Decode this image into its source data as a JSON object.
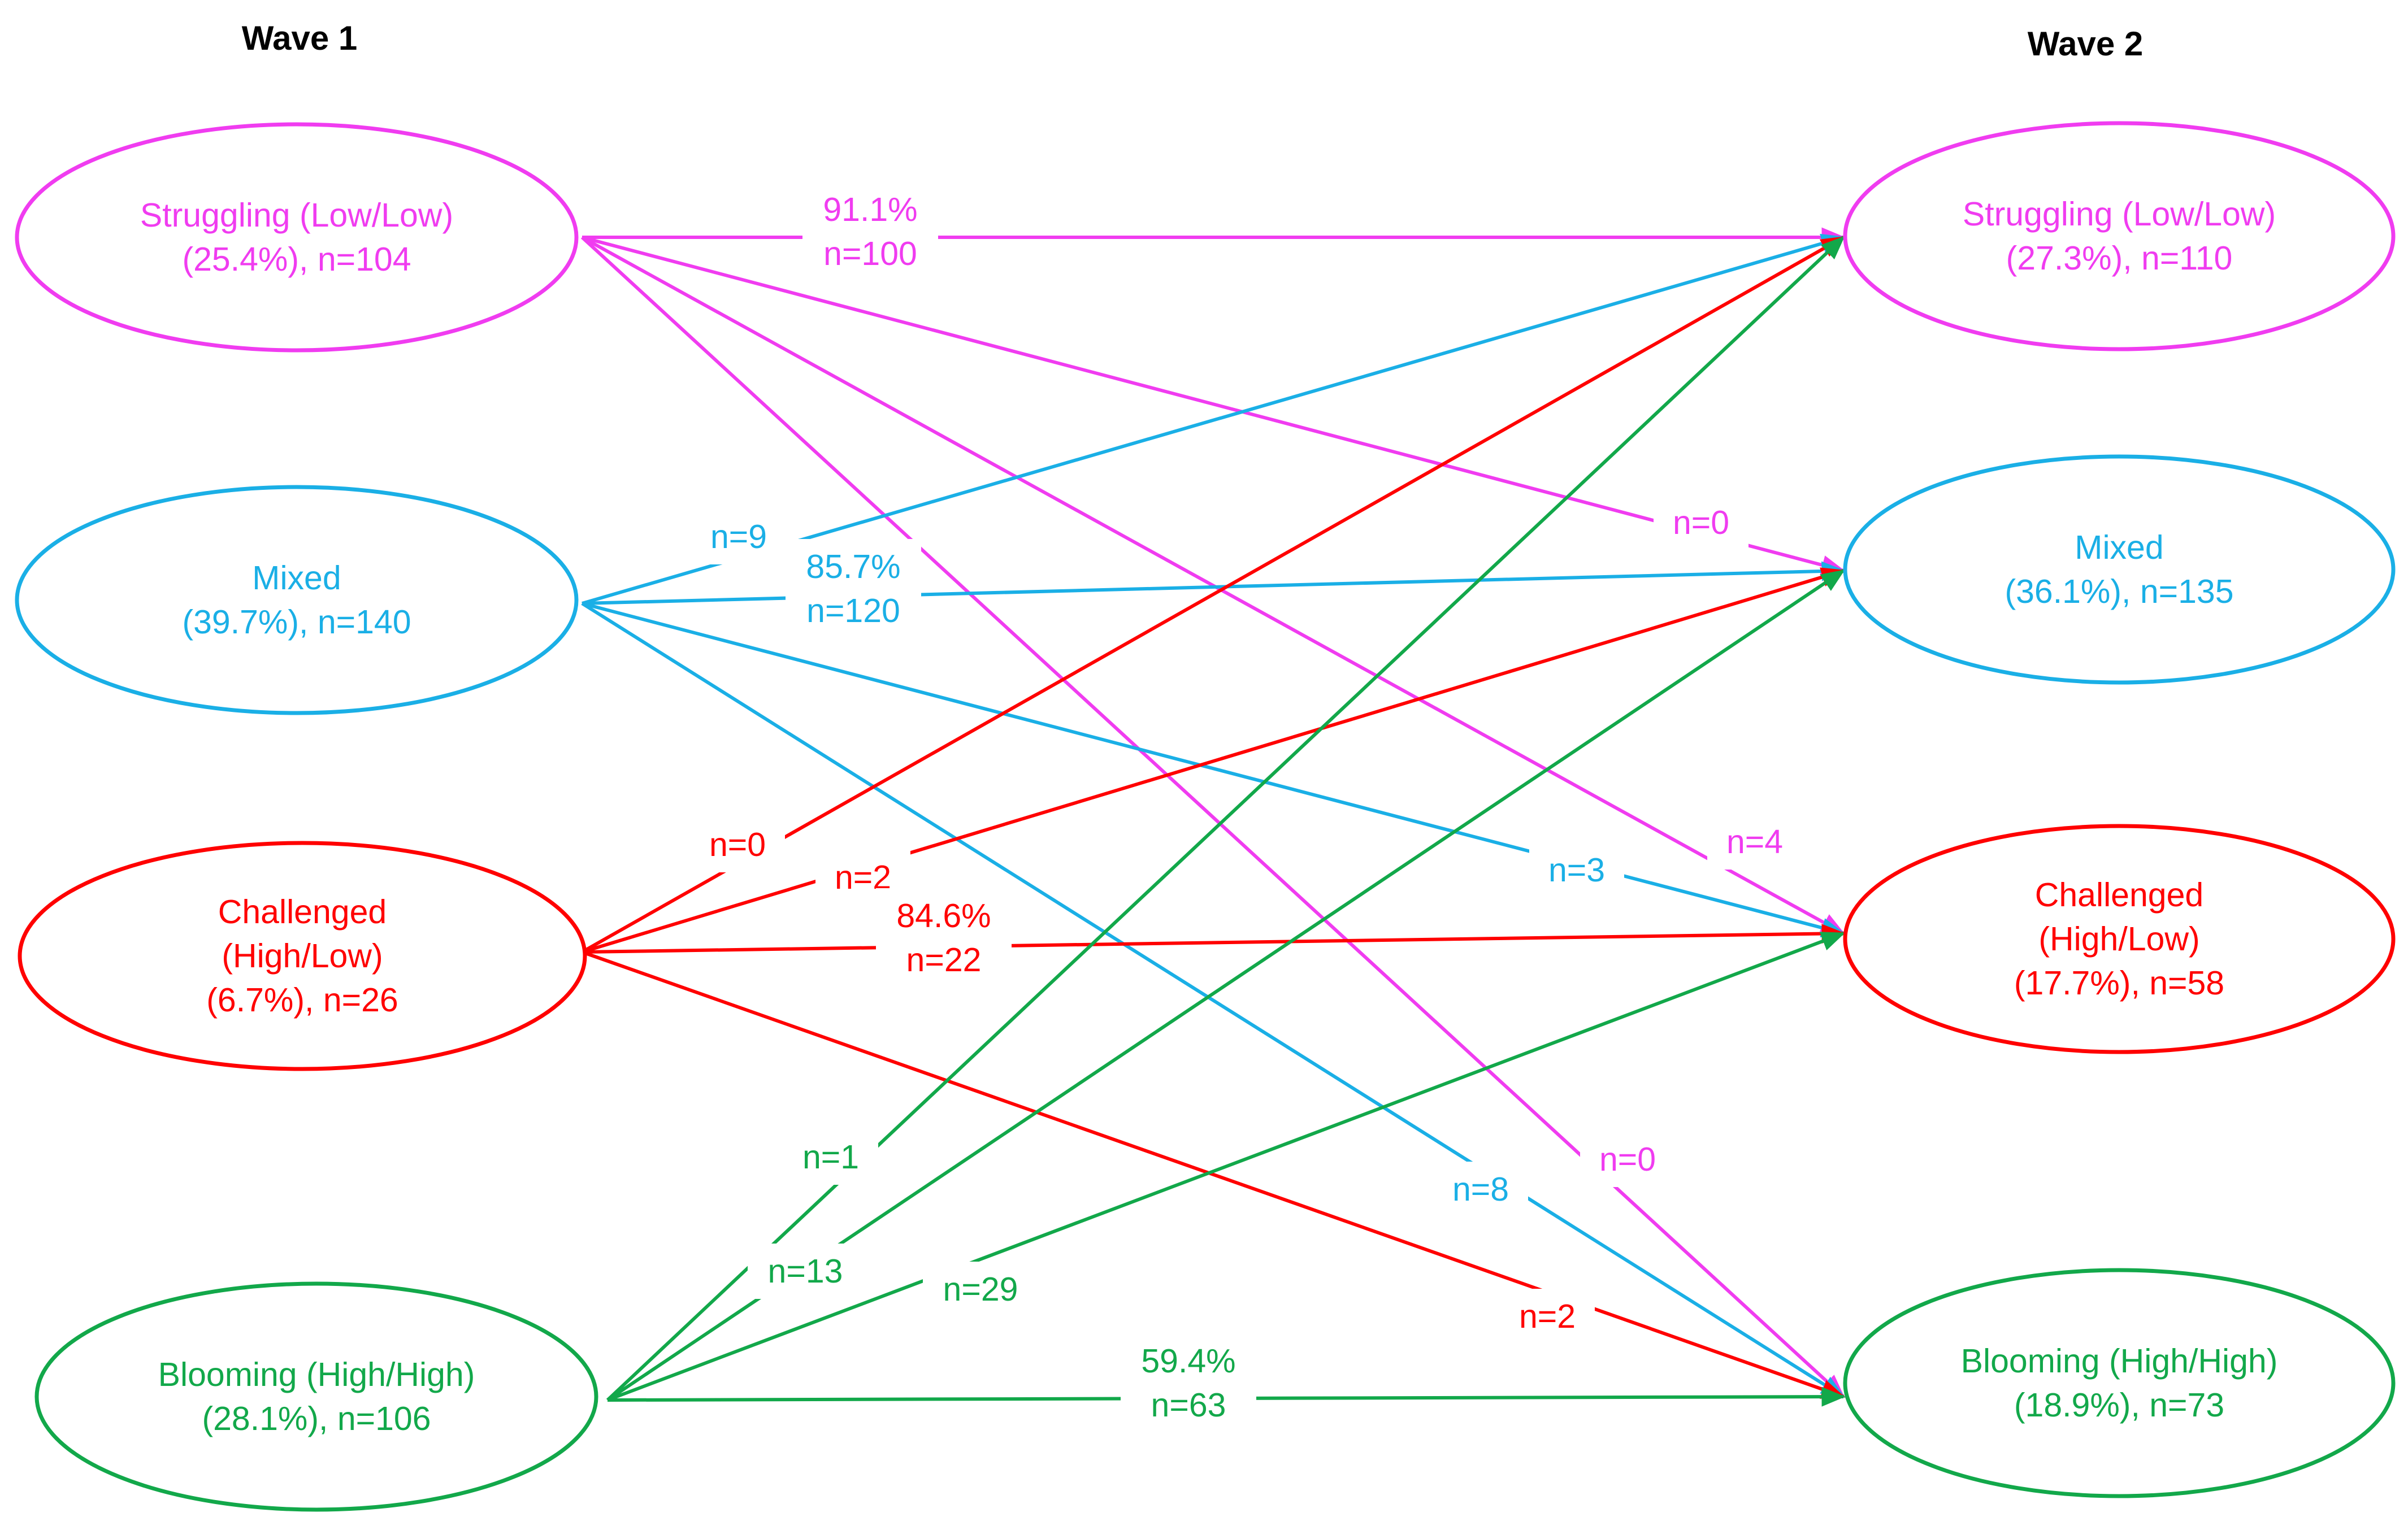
{
  "headers": {
    "wave1": "Wave 1",
    "wave2": "Wave 2"
  },
  "colors": {
    "struggling": "#F03CF0",
    "mixed": "#1AAFE6",
    "challenged": "#FF0000",
    "blooming": "#12A84A"
  },
  "wave1_nodes": {
    "struggling": {
      "lines": [
        "Struggling (Low/Low)",
        "(25.4%), n=104"
      ]
    },
    "mixed": {
      "lines": [
        "Mixed",
        "(39.7%), n=140"
      ]
    },
    "challenged": {
      "lines": [
        "Challenged",
        "(High/Low)",
        "(6.7%), n=26"
      ]
    },
    "blooming": {
      "lines": [
        "Blooming (High/High)",
        "(28.1%), n=106"
      ]
    }
  },
  "wave2_nodes": {
    "struggling": {
      "lines": [
        "Struggling (Low/Low)",
        "(27.3%), n=110"
      ]
    },
    "mixed": {
      "lines": [
        "Mixed",
        "(36.1%), n=135"
      ]
    },
    "challenged": {
      "lines": [
        "Challenged",
        "(High/Low)",
        "(17.7%), n=58"
      ]
    },
    "blooming": {
      "lines": [
        "Blooming (High/High)",
        "(18.9%), n=73"
      ]
    }
  },
  "transitions": [
    {
      "from": "struggling",
      "to": "struggling",
      "lines": [
        "91.1%",
        "n=100"
      ]
    },
    {
      "from": "struggling",
      "to": "mixed",
      "lines": [
        "n=0"
      ]
    },
    {
      "from": "struggling",
      "to": "challenged",
      "lines": [
        "n=4"
      ]
    },
    {
      "from": "struggling",
      "to": "blooming",
      "lines": [
        "n=0"
      ]
    },
    {
      "from": "mixed",
      "to": "struggling",
      "lines": [
        "n=9"
      ]
    },
    {
      "from": "mixed",
      "to": "mixed",
      "lines": [
        "85.7%",
        "n=120"
      ]
    },
    {
      "from": "mixed",
      "to": "challenged",
      "lines": [
        "n=3"
      ]
    },
    {
      "from": "mixed",
      "to": "blooming",
      "lines": [
        "n=8"
      ]
    },
    {
      "from": "challenged",
      "to": "struggling",
      "lines": [
        "n=0"
      ]
    },
    {
      "from": "challenged",
      "to": "mixed",
      "lines": [
        "n=2"
      ]
    },
    {
      "from": "challenged",
      "to": "challenged",
      "lines": [
        "84.6%",
        "n=22"
      ]
    },
    {
      "from": "challenged",
      "to": "blooming",
      "lines": [
        "n=2"
      ]
    },
    {
      "from": "blooming",
      "to": "struggling",
      "lines": [
        "n=1"
      ]
    },
    {
      "from": "blooming",
      "to": "mixed",
      "lines": [
        "n=13"
      ]
    },
    {
      "from": "blooming",
      "to": "challenged",
      "lines": [
        "n=29"
      ]
    },
    {
      "from": "blooming",
      "to": "blooming",
      "lines": [
        "59.4%",
        "n=63"
      ]
    }
  ]
}
